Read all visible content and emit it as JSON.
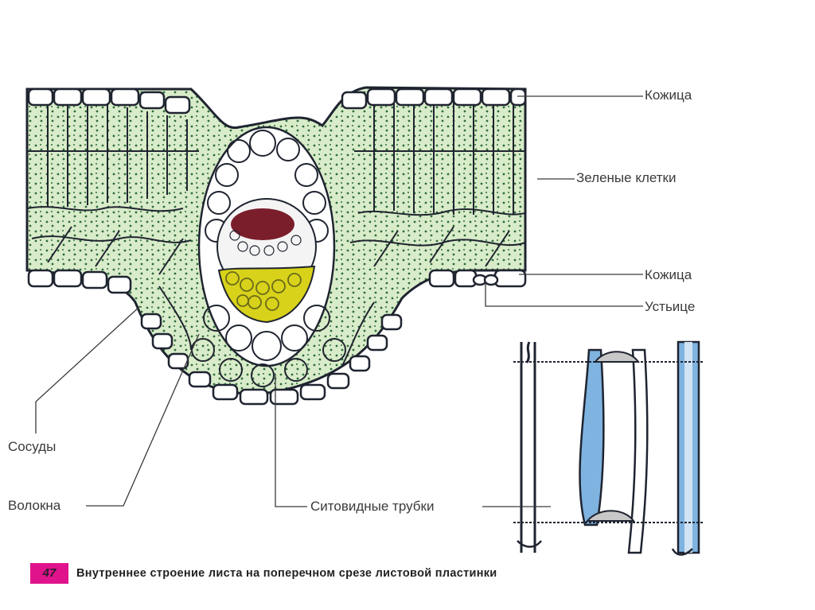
{
  "labels": {
    "epidermis_top": "Кожица",
    "green_cells": "Зеленые клетки",
    "epidermis_bottom": "Кожица",
    "stoma": "Устьице",
    "vessels": "Сосуды",
    "fibers": "Волокна",
    "sieve_tubes": "Ситовидные трубки"
  },
  "caption": {
    "number": "47",
    "text": "Внутреннее строение листа на поперечном срезе листовой пластинки"
  },
  "colors": {
    "mesophyll": "#d9ecc9",
    "chloroplast": "#2f6b3e",
    "phloem": "#7a1e2c",
    "xylem": "#d8d21a",
    "tube_blue": "#7fb3e0",
    "outline": "#1f2430",
    "badge": "#e0138c"
  }
}
